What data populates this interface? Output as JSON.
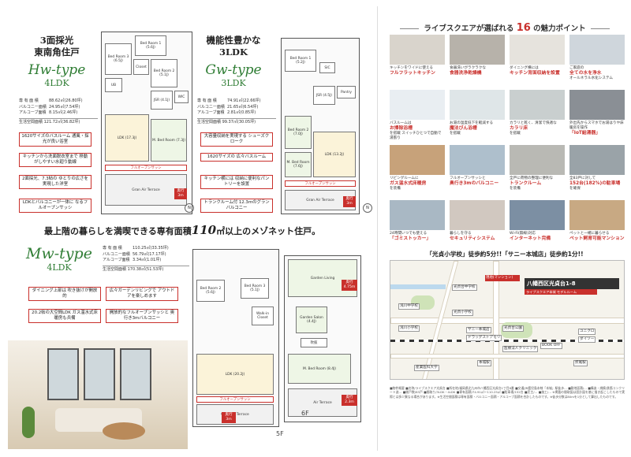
{
  "hw": {
    "catch1": "3面採光",
    "catch2": "東南角住戸",
    "type": "Hw-type",
    "layout": "4LDK",
    "spec": [
      {
        "k": "専 有 面 積",
        "v": "88.62㎡(26.80坪)"
      },
      {
        "k": "バルコニー面積",
        "v": "24.95㎡(7.54坪)"
      },
      {
        "k": "アルコーブ面積",
        "v": "8.15㎡(2.46坪)"
      }
    ],
    "total": "生活空間面積 121.72㎡(36.82坪)",
    "features": [
      "1620サイズのバスルーム 通風・採光が良い浴室",
      "キッチンから洗面脱衣室まで 移動がしやすい水廻り動線",
      "2面採光、7.3帖の ゆとりの広さを実現した洋室",
      "LDKとバルコニーが一体に なるフルオープンサッシ"
    ],
    "rooms": {
      "bed1": "Bed Room 1 (5.6J)",
      "bed2": "Bed Room 2 (5.1J)",
      "bed3": "Bed Room 3 (6.5J)",
      "jsr": "JSR (4.1J)",
      "ldk": "LDK (17.3J)",
      "mbed": "M. Bed Room (7.3J)",
      "ub": "UB",
      "wic": "WIC",
      "closet": "Closet",
      "terrace": "Gran Air Terrace",
      "sash": "フルオープンサッシ",
      "depth": "奥行 3m"
    }
  },
  "gw": {
    "catch1": "機能性豊かな",
    "catch2": "3LDK",
    "type": "Gw-type",
    "layout": "3LDK",
    "spec": [
      {
        "k": "専 有 面 積",
        "v": "74.91㎡(22.66坪)"
      },
      {
        "k": "バルコニー面積",
        "v": "21.65㎡(6.54坪)"
      },
      {
        "k": "アルコーブ面積",
        "v": "2.81㎡(0.85坪)"
      }
    ],
    "total": "生活空間面積 99.37㎡(30.05坪)",
    "features": [
      "大容量収納を実現する シューズクローク",
      "1620サイズの 広々バスルーム",
      "キッチン横には 収納に便利なパントリーを設置",
      "トランクルーム付 12.3mのグランバルコニー"
    ],
    "rooms": {
      "bed1": "Bed Room 1 (5.2J)",
      "bed2": "Bed Room 2 (7.0J)",
      "jsr": "JSR (4.5J)",
      "ldk": "LDK (13.2J)",
      "mbed": "M. Bed Room (7.6J)",
      "sic": "SIC",
      "pantry": "Pantry",
      "terrace": "Gran Air Terrace",
      "sash": "フルオープンサッシ",
      "depth": "奥行 3m"
    }
  },
  "headline": {
    "pre": "最上階の暮らしを満喫できる専有面積",
    "num": "110",
    "post": "㎡以上のメゾネット住戸。"
  },
  "mw": {
    "type": "Mw-type",
    "layout": "4LDK",
    "spec": [
      {
        "k": "専 有 面 積",
        "v": "110.25㎡(33.35坪)"
      },
      {
        "k": "バルコニー面積",
        "v": "56.79㎡(17.17坪)"
      },
      {
        "k": "アルコーブ面積",
        "v": "3.34㎡(1.01坪)"
      }
    ],
    "total": "生活空間面積 170.38㎡(51.53坪)",
    "features": [
      "ダイニング上部は 吹き抜けが開放的",
      "広々ガーデンリビングで アウトドアを楽しめます",
      "20.2帖の大空間LDK ガス温水式床暖房も兵備",
      "開放的なフルオープンサッシと 奥行き3mバルコニー"
    ],
    "rooms": {
      "bed2": "Bed Room 2 (5.6J)",
      "bed3": "Bed Room 3 (5.1J)",
      "ldk": "LDK (20.2J)",
      "mbed": "M. Bed Room (8.4J)",
      "garden_living": "Garden Living",
      "garden_salon": "Garden Salon (4.4J)",
      "terrace": "Gran Air Terrace",
      "air_terrace": "Air Terrace",
      "depth1": "奥行 4.75m",
      "depth2": "奥行 2.3m",
      "depth3": "奥行 3m",
      "sash": "フルオープンサッシ",
      "open": "吹抜",
      "walkin": "Walk-in Closet"
    },
    "floor5": "5F",
    "floor6": "6F"
  },
  "points": {
    "title_pre": "ライブスクエアが選ばれる",
    "title_num": "16",
    "title_post": "の魅力ポイント",
    "items": [
      {
        "pre": "キッチンをワイドに使える",
        "hl": "フルフラットキッチン"
      },
      {
        "pre": "食器洗いがラクラクな",
        "hl": "食器洗浄乾燥機"
      },
      {
        "pre": "ダイニング横には",
        "hl": "キッチン背面収納を設置"
      },
      {
        "pre": "ご家庭の",
        "hl": "全ての水を浄水",
        "post": "オールネラル水化システム"
      },
      {
        "pre": "バスルームは",
        "hl": "お掃除浴槽",
        "post": "を搭載 スイッチひとつで自動で湯張り"
      },
      {
        "pre": "お湯の温度低下を軽減する",
        "hl": "魔法びん浴槽",
        "post": "を搭載"
      },
      {
        "pre": "カラリと乾く、清潔で快適な",
        "hl": "カラリ床",
        "post": "を搭載"
      },
      {
        "pre": "外出先からスマホでお湯はりや床暖房を操作",
        "hl": "「IoT給湯器」"
      },
      {
        "pre": "リビングルームに",
        "hl": "ガス温水式床暖房",
        "post": "を装備"
      },
      {
        "pre": "フルオープンサッシと",
        "hl": "奥行き3mのバルコニー"
      },
      {
        "pre": "全戸に荷物の整理に便利な",
        "hl": "トランクルーム",
        "post": "を装備"
      },
      {
        "pre": "全83戸に対して",
        "hl": "152台(182%)の駐車場",
        "post": "を確保"
      },
      {
        "pre": "24時間いつでも使える",
        "hl": "「ゴミストッカー」"
      },
      {
        "pre": "暮らしを守る",
        "hl": "セキュリティシステム"
      },
      {
        "pre": "Wi-Fi(無線)対応",
        "hl": "インターネット完備"
      },
      {
        "pre": "ペットと一緒に暮らせる",
        "hl": "ペット飼育可能マンション"
      }
    ]
  },
  "map": {
    "title": "「光貞小学校」徒歩約5分!!「サニー本城店」徒歩約1分!!",
    "site_label": "現地(マンション)",
    "address": "八幡西区光貞台1-8",
    "gallery": "ライブスクエア本城 モデルルーム",
    "pins": [
      "光貞台中学校",
      "浅川中学校",
      "浅川小学校",
      "光貞小学校",
      "光貞台公園",
      "サニー本城店",
      "ドラッグストアモリ",
      "BOOK OFF",
      "医療法人クリニック",
      "折尾駅",
      "本城駅",
      "産業医科大学",
      "ユニクロ",
      "ダイソー"
    ]
  },
  "fine_print": "■物件概要 ■名称/ライブスクエア光貞台 ■所在地/福岡県北九州市八幡西区光貞台1丁目8番 ■交通/JR鹿児島本線「本城」駅徒歩… ■敷地面積/… ■構造・規模/鉄筋コンクリート造… ■総戸数/83戸 ■間取り/3LDK・4LDK ■専有面積/74.91㎡〜110.25㎡ ■駐車場/152台 ■売主/… ■施工/… ※掲載の間取図は設計図を基に描き起こしたもので実際とは多少異なる場合があります。※生活空間面積は専有面積・バルコニー面積・アルコーブ面積を合計したものです。※徒歩分数は80mを1分として算出したものです。"
}
